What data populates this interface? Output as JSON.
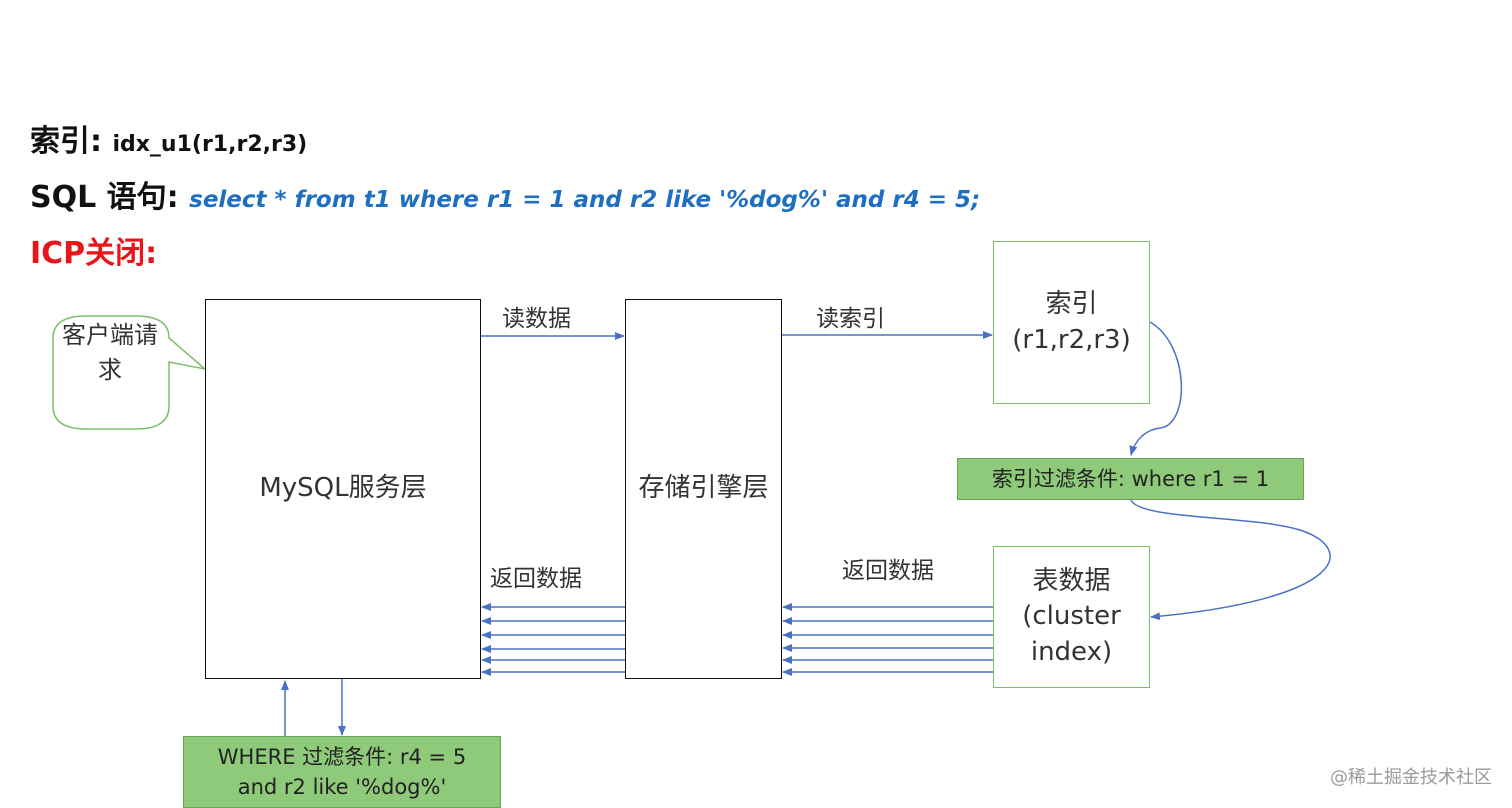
{
  "header": {
    "index_label": "索引:",
    "index_value": "idx_u1(r1,r2,r3)",
    "sql_label": "SQL 语句:",
    "sql_value": "select * from t1 where r1 = 1 and r2 like '%dog%' and r4 = 5;",
    "icp_label": "ICP关闭:"
  },
  "colors": {
    "sql_text": "#1f6fc0",
    "icp_heading": "#e8161b",
    "arrow": "#4a72c4",
    "green_border": "#7fbf6a",
    "green_fill": "#8fc97a"
  },
  "diagram": {
    "client_request": "客户端请求",
    "mysql_layer": "MySQL服务层",
    "storage_layer": "存储引擎层",
    "index_box": {
      "title": "索引",
      "columns": "(r1,r2,r3)"
    },
    "table_box": {
      "title": "表数据",
      "line2": "(cluster",
      "line3": "index)"
    },
    "index_filter": "索引过滤条件: where r1 = 1",
    "where_filter": {
      "line1": "WHERE 过滤条件: r4 = 5",
      "line2": "and r2 like '%dog%'"
    },
    "labels": {
      "read_data": "读数据",
      "read_index": "读索引",
      "return_data_1": "返回数据",
      "return_data_2": "返回数据"
    }
  },
  "watermark": "@稀土掘金技术社区"
}
